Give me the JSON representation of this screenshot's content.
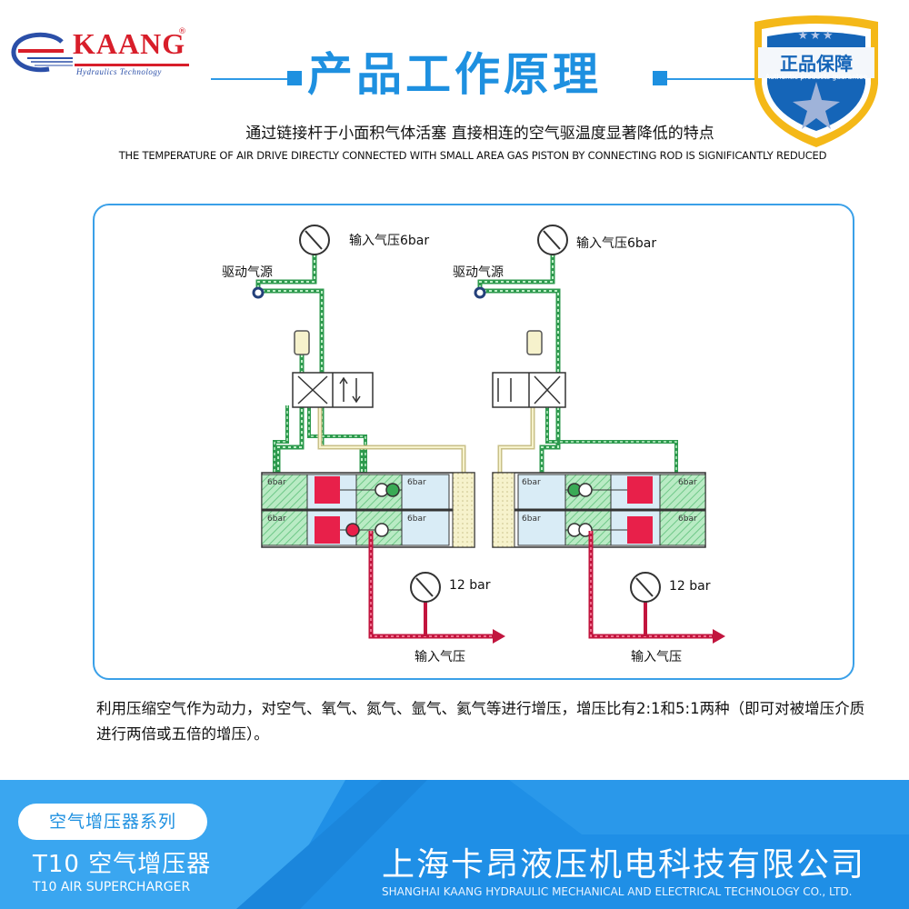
{
  "logo": {
    "brand": "KAANG",
    "reg": "®",
    "sub": "Hydraulics Technology"
  },
  "title": "产品工作原理",
  "badge": {
    "stars": "★★★",
    "cn": "正品保障",
    "en": "Authentic products guarantee"
  },
  "subtitle_cn": "通过链接杆于小面积气体活塞 直接相连的空气驱温度显著降低的特点",
  "subtitle_en": "THE TEMPERATURE OF AIR DRIVE DIRECTLY CONNECTED WITH SMALL AREA GAS PISTON BY CONNECTING ROD IS SIGNIFICANTLY REDUCED",
  "diagram": {
    "left": {
      "input_pressure": "输入气压6bar",
      "drive_source": "驱动气源",
      "output_pressure": "12 bar",
      "output_label": "输入气压",
      "chamber_labels": [
        "6bar",
        "6bar",
        "6bar",
        "6bar"
      ]
    },
    "right": {
      "input_pressure": "输入气压6bar",
      "drive_source": "驱动气源",
      "output_pressure": "12 bar",
      "output_label": "输入气压",
      "chamber_labels": [
        "6bar",
        "6bar",
        "6bar",
        "6bar"
      ]
    }
  },
  "description": "利用压缩空气作为动力，对空气、氧气、氮气、氩气、氦气等进行增压，增压比有2:1和5:1两种（即可对被增压介质进行两倍或五倍的增压）。",
  "footer": {
    "series": "空气增压器系列",
    "model_cn": "T10 空气增压器",
    "model_en": "T10 AIR SUPERCHARGER",
    "company_cn": "上海卡昂液压机电科技有限公司",
    "company_en": "SHANGHAI KAANG HYDRAULIC MECHANICAL AND ELECTRICAL TECHNOLOGY CO., LTD."
  },
  "colors": {
    "brand_blue": "#1e90e0",
    "brand_red": "#d81e2a",
    "pipe_green": "#3aaa55",
    "pipe_red": "#e0245a",
    "chamber_green": "#b9ebc4",
    "piston_red": "#e8204a"
  }
}
